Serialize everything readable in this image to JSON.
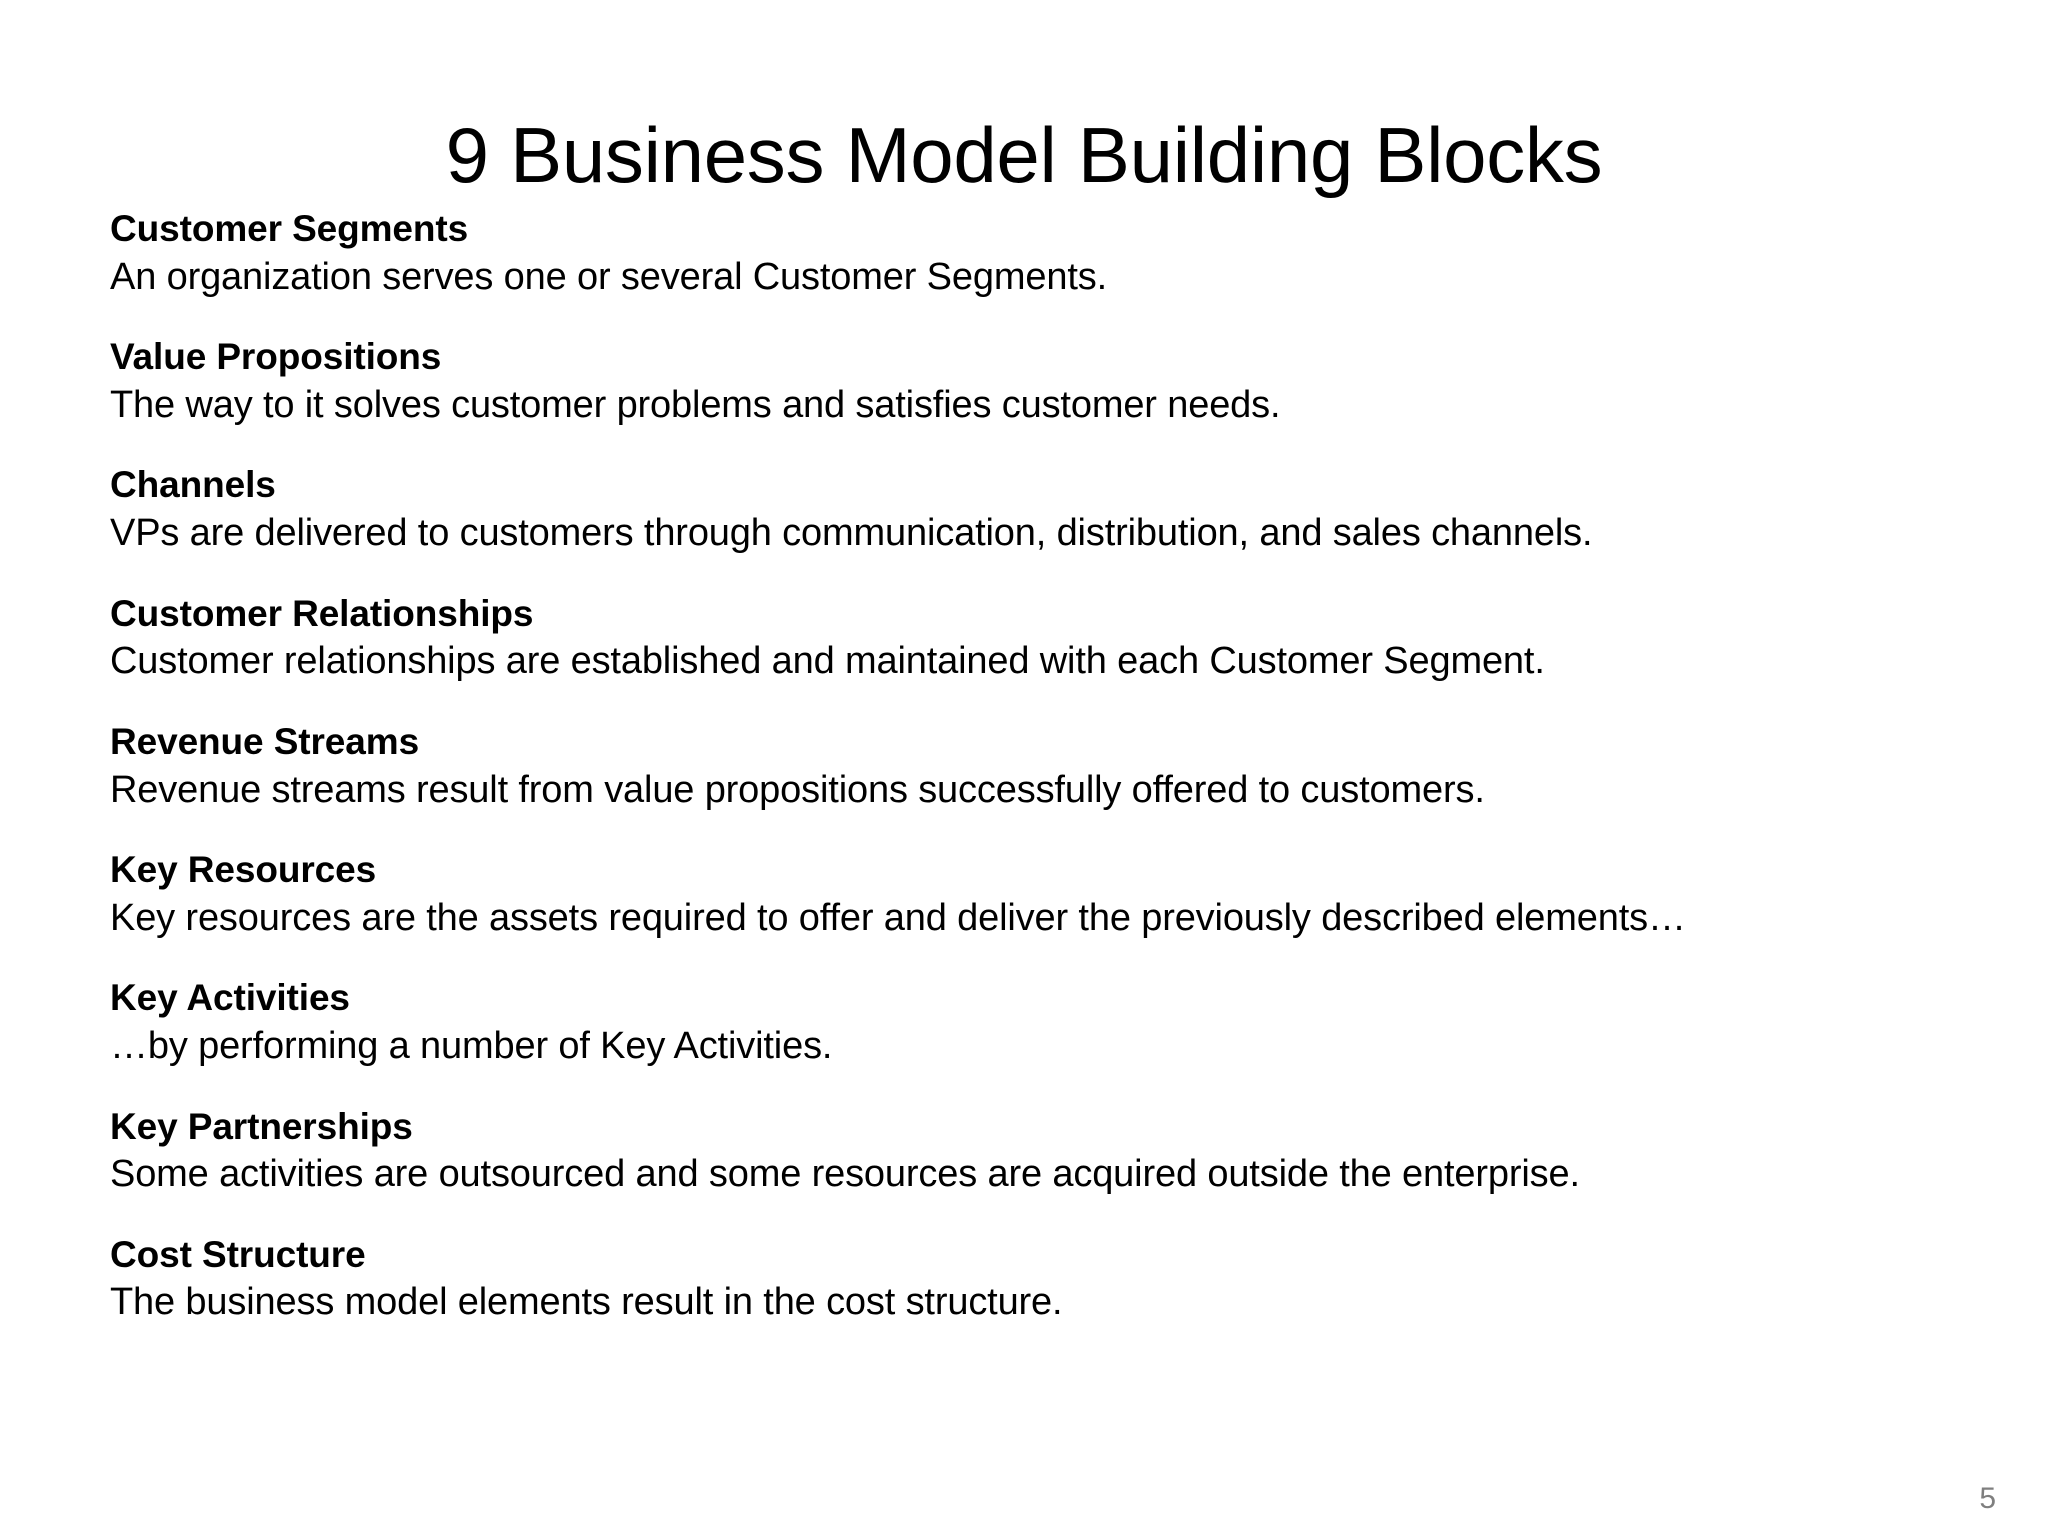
{
  "slide": {
    "title": "9 Business Model Building Blocks",
    "page_number": "5",
    "background_color": "#ffffff",
    "text_color": "#000000",
    "page_number_color": "#7f7f7f",
    "blocks": [
      {
        "heading": "Customer Segments",
        "body": "An organization serves one or several Customer Segments."
      },
      {
        "heading": "Value Propositions",
        "body": "The way to it solves customer problems and satisfies customer needs."
      },
      {
        "heading": "Channels",
        "body": "VPs are delivered to customers through communication, distribution, and sales channels."
      },
      {
        "heading": "Customer Relationships",
        "body": "Customer relationships are established and maintained with each Customer Segment."
      },
      {
        "heading": "Revenue Streams",
        "body": "Revenue streams result from value propositions successfully offered to customers."
      },
      {
        "heading": "Key Resources",
        "body": "Key resources are the assets required to offer and deliver the previously described elements…"
      },
      {
        "heading": "Key Activities",
        "body": "…by performing a number of Key Activities."
      },
      {
        "heading": "Key Partnerships",
        "body": "Some activities are outsourced and some resources are acquired outside the enterprise."
      },
      {
        "heading": "Cost Structure",
        "body": "The business model elements result in the cost structure."
      }
    ]
  }
}
